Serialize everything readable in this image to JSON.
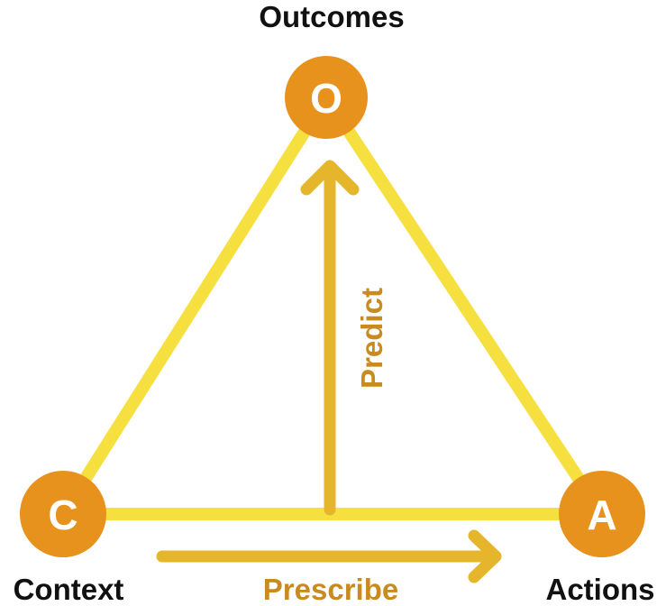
{
  "colors": {
    "triangle": "#f5e040",
    "node": "#e8921e",
    "arrow": "#e5b62c",
    "flow_text": "#c98a1f",
    "label_text": "#111111",
    "node_text": "#ffffff"
  },
  "nodes": {
    "outcomes": {
      "letter": "O",
      "label": "Outcomes"
    },
    "context": {
      "letter": "C",
      "label": "Context"
    },
    "actions": {
      "letter": "A",
      "label": "Actions"
    }
  },
  "flows": {
    "predict": {
      "label": "Predict"
    },
    "prescribe": {
      "label": "Prescribe"
    }
  }
}
